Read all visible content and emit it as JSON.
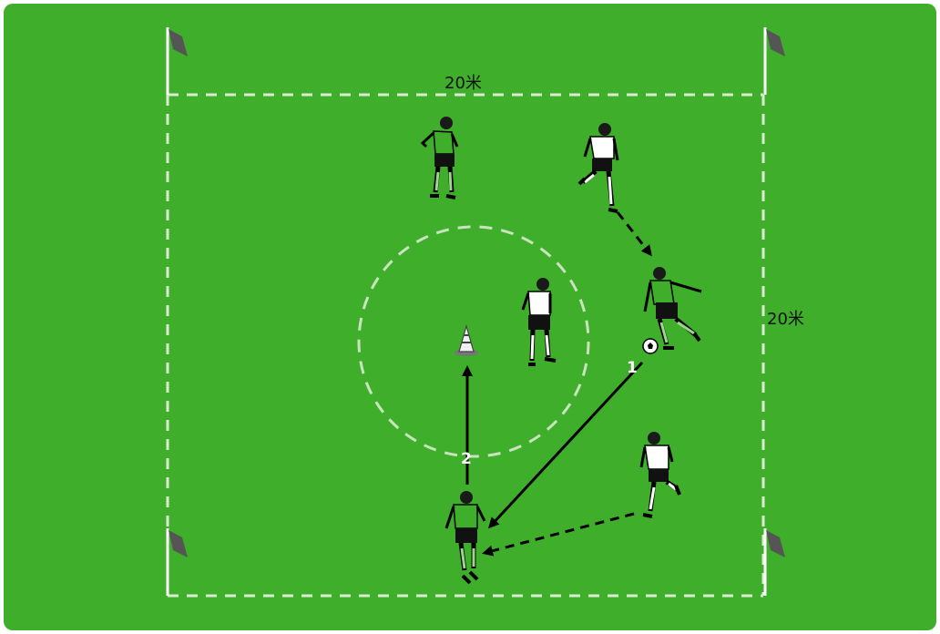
{
  "labels": {
    "width": "20米",
    "height": "20米",
    "pass1": "1",
    "pass2": "2"
  },
  "colors": {
    "pitch": "#3fae2b",
    "lines": "#d8ecd0",
    "green_team": "#3fae2b",
    "white_team": "#ffffff",
    "flag": "#555555",
    "arrow": "#000000"
  },
  "players": [
    {
      "id": "green-top",
      "team": "green"
    },
    {
      "id": "white-top-right",
      "team": "white"
    },
    {
      "id": "white-center",
      "team": "white"
    },
    {
      "id": "green-right-with-ball",
      "team": "green"
    },
    {
      "id": "white-bottom-right",
      "team": "white"
    },
    {
      "id": "green-bottom",
      "team": "green"
    }
  ],
  "icons": [
    "corner-flag-icon",
    "cone-icon",
    "ball-icon"
  ]
}
